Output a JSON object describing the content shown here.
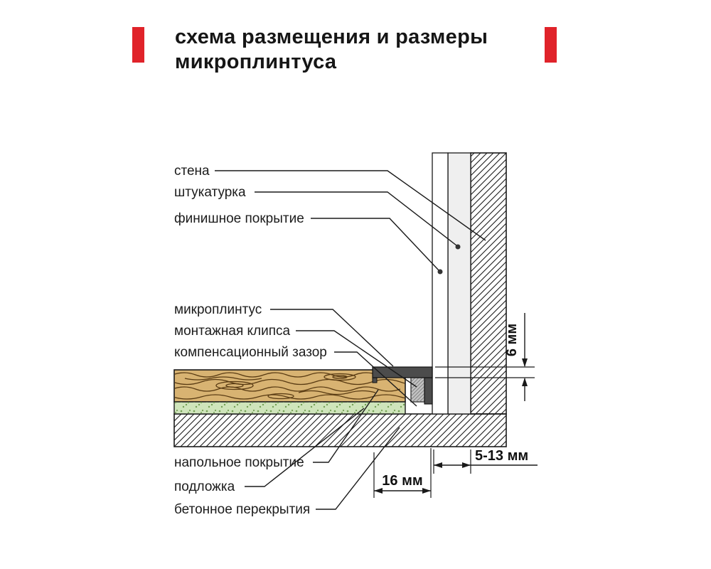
{
  "title": {
    "line1": "схема размещения и размеры",
    "line2": "микроплинтуса"
  },
  "labels": {
    "wall": "стена",
    "plaster": "штукатурка",
    "finish_coat": "финишное покрытие",
    "skirting": "микроплинтус",
    "mounting_clip": "монтажная клипса",
    "expansion_gap": "компенсационный зазор",
    "floor_covering": "напольное покрытие",
    "underlay": "подложка",
    "concrete_slab": "бетонное перекрытия"
  },
  "dimensions": {
    "skirting_height": "6 мм",
    "finish_thickness": "5-13 мм",
    "skirting_width": "16 мм"
  },
  "colors": {
    "accent_red": "#e0232a",
    "wood": "#d8b372",
    "wood_grain": "#583a12",
    "underlay_green": "#cfe5bb",
    "speckle_green": "#74a055",
    "skirting_dark": "#4c4c4c",
    "clip_gray": "#c2c2c2",
    "plaster_gray": "#efefef",
    "line": "#1a1a1a"
  }
}
